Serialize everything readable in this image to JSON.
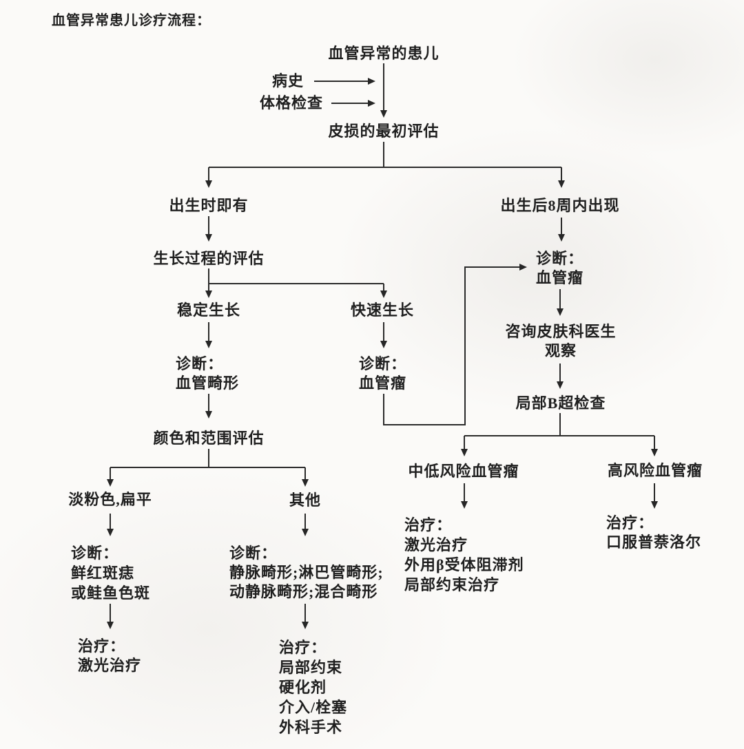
{
  "page_title": "血管异常患儿诊疗流程：",
  "flowchart": {
    "nodes": {
      "patient": "血管异常的患儿",
      "history": "病史",
      "physical_exam": "体格检查",
      "initial_assessment": "皮损的最初评估",
      "present_at_birth": "出生时即有",
      "appears_within_8_weeks": "出生后8周内出现",
      "growth_assessment": "生长过程的评估",
      "stable_growth": "稳定生长",
      "rapid_growth": "快速生长",
      "diagnosis_vascular_malformation": [
        "诊断：",
        "血管畸形"
      ],
      "diagnosis_hemangioma_left": [
        "诊断：",
        "血管瘤"
      ],
      "color_extent_assessment": "颜色和范围评估",
      "pale_pink_flat": "淡粉色,扁平",
      "other": "其他",
      "diagnosis_port_wine_stain": [
        "诊断：",
        "鲜红斑痣",
        "或鲑鱼色斑"
      ],
      "diagnosis_other_malformations": [
        "诊断：",
        "静脉畸形;淋巴管畸形;",
        "动静脉畸形;混合畸形"
      ],
      "treatment_laser": [
        "治疗：",
        "激光治疗"
      ],
      "treatment_malformations": [
        "治疗：",
        "局部约束",
        "硬化剂",
        "介入/栓塞",
        "外科手术"
      ],
      "diagnosis_hemangioma_right": [
        "诊断：",
        "血管瘤"
      ],
      "consult_dermatologist": [
        "咨询皮肤科医生",
        "观察"
      ],
      "ultrasound": "局部B超检查",
      "mid_low_risk_hemangioma": "中低风险血管瘤",
      "high_risk_hemangioma": "高风险血管瘤",
      "treatment_mid_low_risk": [
        "治疗：",
        "激光治疗",
        "外用β受体阻滞剂",
        "局部约束治疗"
      ],
      "treatment_high_risk": [
        "治疗：",
        "口服普萘洛尔"
      ]
    },
    "colors": {
      "text": "#1f1f1f",
      "line": "#2a2a2a",
      "background": "#fbfaf8"
    }
  }
}
